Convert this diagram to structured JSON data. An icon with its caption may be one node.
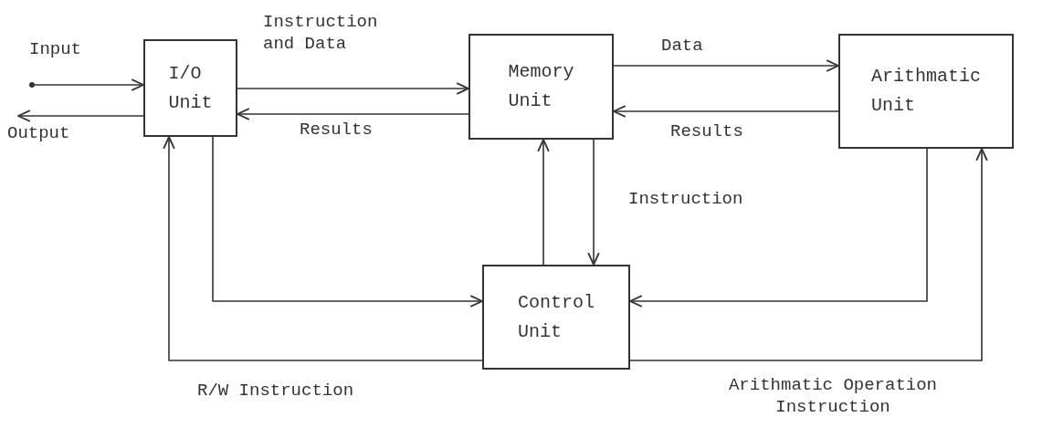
{
  "diagram": {
    "nodes": [
      {
        "text": [
          "I/O Unit"
        ]
      },
      {
        "text": [
          "Memory Unit"
        ]
      },
      {
        "text": [
          "Arithmatic Unit"
        ]
      },
      {
        "text": [
          "Control Unit"
        ]
      }
    ],
    "edges": [
      {
        "from": null,
        "to": 0,
        "arrow": "to",
        "label": "Input"
      },
      {
        "from": 0,
        "to": null,
        "arrow": "to",
        "label": "Output"
      },
      {
        "from": 0,
        "to": 1,
        "arrow": "to",
        "label": "Instruction and Data"
      },
      {
        "from": 1,
        "to": 0,
        "arrow": "to",
        "label": "Results"
      },
      {
        "from": 1,
        "to": 2,
        "arrow": "to",
        "label": "Data"
      },
      {
        "from": 2,
        "to": 1,
        "arrow": "to",
        "label": "Results"
      },
      {
        "from": 3,
        "to": 1,
        "arrow": "to"
      },
      {
        "from": 1,
        "to": 3,
        "arrow": "to",
        "label": "Instruction"
      },
      {
        "from": 0,
        "to": 3,
        "arrow": "to"
      },
      {
        "from": 3,
        "to": 0,
        "arrow": "to",
        "label": "R/W Instruction"
      },
      {
        "from": 2,
        "to": 3,
        "arrow": "to"
      },
      {
        "from": 3,
        "to": 2,
        "arrow": "to",
        "label": "Arithmatic Operation Instruction"
      }
    ]
  }
}
